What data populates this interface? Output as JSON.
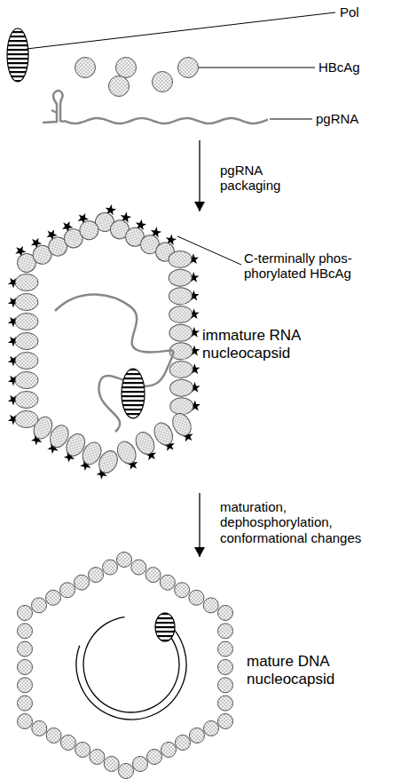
{
  "diagram": {
    "nodes": [
      {
        "text": [
          "Pol",
          "HBcAg",
          "pgRNA"
        ]
      },
      {
        "text": [
          "immature RNA nucleocapsid"
        ]
      },
      {
        "text": [
          "mature DNA nucleocapsid"
        ]
      }
    ],
    "edges": [
      {
        "from": 0,
        "to": 1,
        "arrow": "to",
        "label": "pgRNA packaging"
      },
      {
        "from": 1,
        "to": 2,
        "arrow": "to",
        "label": "maturation, dephosphorylation, conformational changes"
      }
    ],
    "labels": [
      "C-terminally phos- phorylated HBcAg"
    ]
  }
}
